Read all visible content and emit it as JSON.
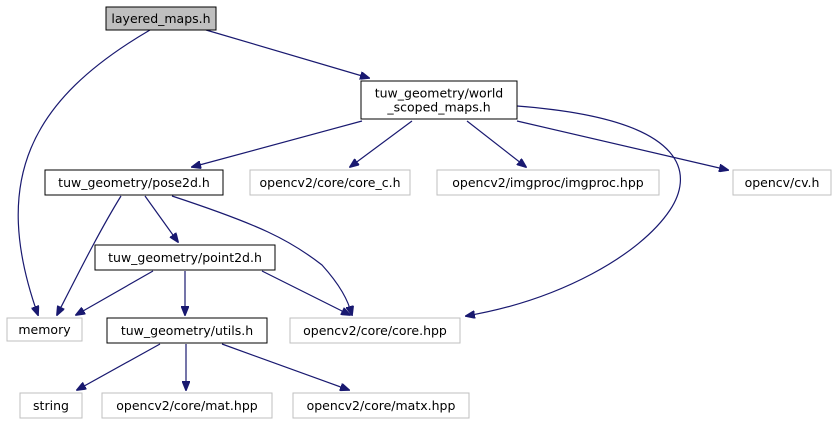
{
  "diagram": {
    "type": "include-dependency-graph",
    "colors": {
      "edge": "#191970",
      "node_border_strong": "#000000",
      "node_border_weak": "#bfbfbf",
      "focus_fill": "#bfbfbf",
      "node_fill": "#ffffff"
    },
    "nodes": [
      {
        "id": "layered_maps",
        "lines": [
          "layered_maps.h"
        ],
        "style": "focus"
      },
      {
        "id": "world_scoped_maps",
        "lines": [
          "tuw_geometry/world",
          "_scoped_maps.h"
        ],
        "style": "strong"
      },
      {
        "id": "memory",
        "lines": [
          "memory"
        ],
        "style": "weak"
      },
      {
        "id": "pose2d",
        "lines": [
          "tuw_geometry/pose2d.h"
        ],
        "style": "strong"
      },
      {
        "id": "core_c",
        "lines": [
          "opencv2/core/core_c.h"
        ],
        "style": "weak"
      },
      {
        "id": "imgproc",
        "lines": [
          "opencv2/imgproc/imgproc.hpp"
        ],
        "style": "weak"
      },
      {
        "id": "cv",
        "lines": [
          "opencv/cv.h"
        ],
        "style": "weak"
      },
      {
        "id": "point2d",
        "lines": [
          "tuw_geometry/point2d.h"
        ],
        "style": "strong"
      },
      {
        "id": "core_hpp",
        "lines": [
          "opencv2/core/core.hpp"
        ],
        "style": "weak"
      },
      {
        "id": "utils",
        "lines": [
          "tuw_geometry/utils.h"
        ],
        "style": "strong"
      },
      {
        "id": "string",
        "lines": [
          "string"
        ],
        "style": "weak"
      },
      {
        "id": "mat",
        "lines": [
          "opencv2/core/mat.hpp"
        ],
        "style": "weak"
      },
      {
        "id": "matx",
        "lines": [
          "opencv2/core/matx.hpp"
        ],
        "style": "weak"
      }
    ],
    "edges": [
      {
        "from": "layered_maps",
        "to": "world_scoped_maps"
      },
      {
        "from": "layered_maps",
        "to": "memory"
      },
      {
        "from": "world_scoped_maps",
        "to": "pose2d"
      },
      {
        "from": "world_scoped_maps",
        "to": "core_c"
      },
      {
        "from": "world_scoped_maps",
        "to": "imgproc"
      },
      {
        "from": "world_scoped_maps",
        "to": "cv"
      },
      {
        "from": "world_scoped_maps",
        "to": "core_hpp"
      },
      {
        "from": "pose2d",
        "to": "memory"
      },
      {
        "from": "pose2d",
        "to": "point2d"
      },
      {
        "from": "pose2d",
        "to": "core_hpp"
      },
      {
        "from": "point2d",
        "to": "memory"
      },
      {
        "from": "point2d",
        "to": "utils"
      },
      {
        "from": "point2d",
        "to": "core_hpp"
      },
      {
        "from": "utils",
        "to": "string"
      },
      {
        "from": "utils",
        "to": "mat"
      },
      {
        "from": "utils",
        "to": "matx"
      }
    ]
  }
}
